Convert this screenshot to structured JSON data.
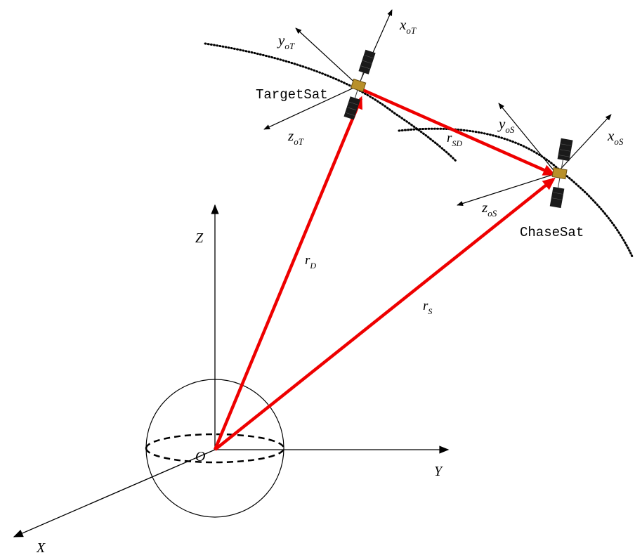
{
  "labels": {
    "origin": "O",
    "axis_x": "X",
    "axis_y": "Y",
    "axis_z": "Z",
    "target_name": "TargetSat",
    "chase_name": "ChaseSat",
    "r_d_main": "r",
    "r_d_sub": "D",
    "r_s_main": "r",
    "r_s_sub": "S",
    "r_sd_main": "r",
    "r_sd_sub": "SD",
    "target_x_main": "x",
    "target_x_sub": "oT",
    "target_y_main": "y",
    "target_y_sub": "oT",
    "target_z_main": "z",
    "target_z_sub": "oT",
    "chase_x_main": "x",
    "chase_x_sub": "oS",
    "chase_y_main": "y",
    "chase_y_sub": "oS",
    "chase_z_main": "z",
    "chase_z_sub": "oS"
  },
  "colors": {
    "vector": "#ee0000",
    "line": "#000000",
    "panel": "#1a1a1a",
    "body": "#b8902a"
  }
}
